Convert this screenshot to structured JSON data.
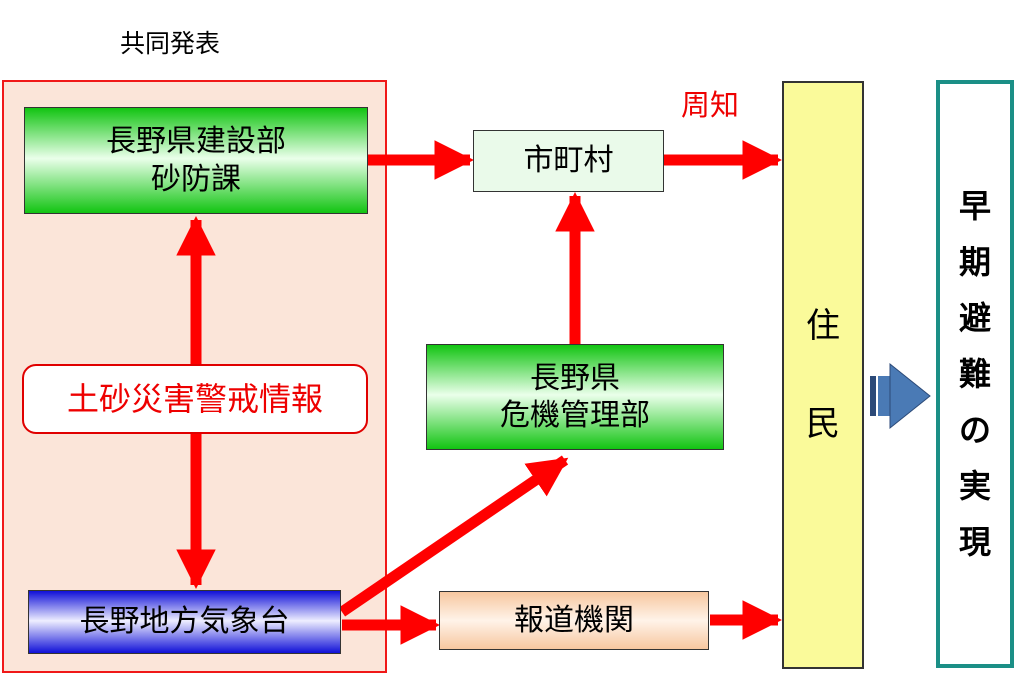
{
  "joint_label": "共同発表",
  "sabo_division": [
    "長野県建設部",
    "砂防課"
  ],
  "warning": "土砂災害警戒情報",
  "meteorological_office": "長野地方気象台",
  "municipalities": "市町村",
  "crisis_management": [
    "長野県",
    "危機管理部"
  ],
  "media": "報道機関",
  "announcement_label": "周知",
  "residents": [
    "住",
    "民"
  ],
  "outcome": [
    "早",
    "期",
    "避",
    "難",
    "の",
    "実",
    "現"
  ],
  "colors": {
    "arrow_red": "#ff0000",
    "frame_red": "#f01818",
    "frame_fill": "#fbe5d9",
    "green_box": "#12c412",
    "blue_box": "#1010d8",
    "media_box": "#f7c79f",
    "residents_fill": "#fafa9a",
    "outcome_border": "#1b8f86",
    "block_arrow": "#4a7ab5"
  }
}
